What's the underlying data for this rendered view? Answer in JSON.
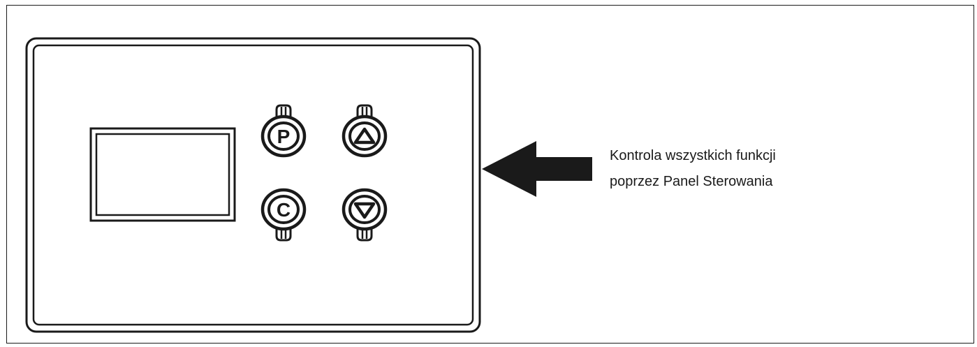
{
  "caption": {
    "line1": "Kontrola wszystkich funkcji",
    "line2": "poprzez Panel Sterowania"
  },
  "buttons": {
    "p_label": "P",
    "c_label": "C",
    "up_icon": "triangle-up-icon",
    "down_icon": "triangle-down-icon"
  },
  "colors": {
    "ink": "#1a1a1a",
    "background": "#ffffff"
  }
}
